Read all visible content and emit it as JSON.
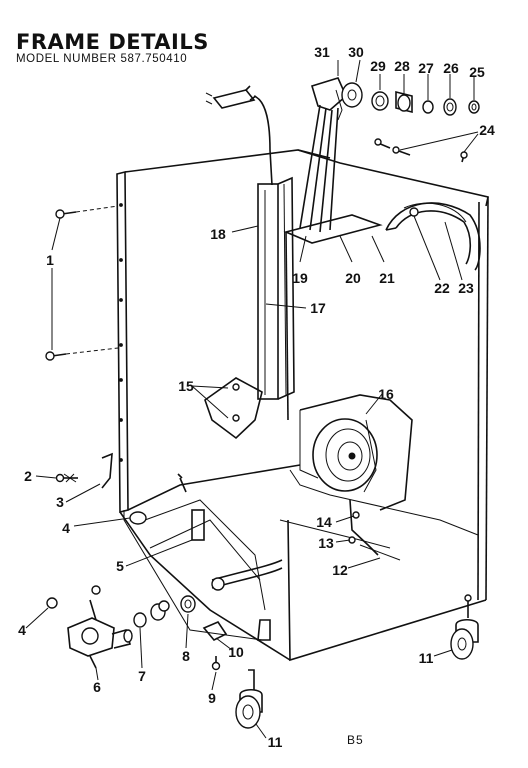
{
  "header": {
    "title": "FRAME DETAILS",
    "model_label": "MODEL NUMBER 587.750410"
  },
  "footer": {
    "page_code": "B5"
  },
  "parts": [
    {
      "id": "c31",
      "label": "31"
    },
    {
      "id": "c30",
      "label": "30"
    },
    {
      "id": "c29",
      "label": "29"
    },
    {
      "id": "c28",
      "label": "28"
    },
    {
      "id": "c27",
      "label": "27"
    },
    {
      "id": "c26",
      "label": "26"
    },
    {
      "id": "c25",
      "label": "25"
    },
    {
      "id": "c24",
      "label": "24"
    },
    {
      "id": "c18",
      "label": "18"
    },
    {
      "id": "c1",
      "label": "1"
    },
    {
      "id": "c19",
      "label": "19"
    },
    {
      "id": "c20",
      "label": "20"
    },
    {
      "id": "c21",
      "label": "21"
    },
    {
      "id": "c22",
      "label": "22"
    },
    {
      "id": "c23",
      "label": "23"
    },
    {
      "id": "c17",
      "label": "17"
    },
    {
      "id": "c15",
      "label": "15"
    },
    {
      "id": "c16",
      "label": "16"
    },
    {
      "id": "c2",
      "label": "2"
    },
    {
      "id": "c3",
      "label": "3"
    },
    {
      "id": "c4a",
      "label": "4"
    },
    {
      "id": "c14",
      "label": "14"
    },
    {
      "id": "c13",
      "label": "13"
    },
    {
      "id": "c12",
      "label": "12"
    },
    {
      "id": "c5",
      "label": "5"
    },
    {
      "id": "c4b",
      "label": "4"
    },
    {
      "id": "c6",
      "label": "6"
    },
    {
      "id": "c7",
      "label": "7"
    },
    {
      "id": "c8",
      "label": "8"
    },
    {
      "id": "c10",
      "label": "10"
    },
    {
      "id": "c9",
      "label": "9"
    },
    {
      "id": "c11a",
      "label": "11"
    },
    {
      "id": "c11b",
      "label": "11"
    }
  ]
}
